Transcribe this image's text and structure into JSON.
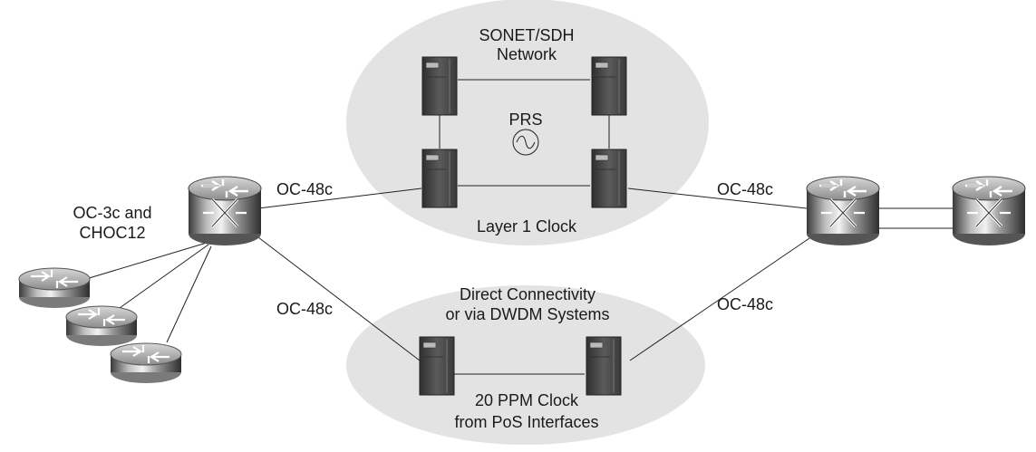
{
  "labels": {
    "sonet_line1": "SONET/SDH",
    "sonet_line2": "Network",
    "prs": "PRS",
    "layer1_clock": "Layer 1 Clock",
    "direct_line1": "Direct Connectivity",
    "direct_line2": "or via DWDM Systems",
    "ppm_line1": "20 PPM Clock",
    "ppm_line2": "from PoS Interfaces",
    "oc3_line1": "OC-3c and",
    "oc3_line2": "CHOC12",
    "left_top_link": "OC-48c",
    "left_bottom_link": "OC-48c",
    "right_top_link": "OC-48c",
    "right_bottom_link": "OC-48c"
  },
  "icons": {
    "network_switch": "switch-node-icon",
    "edge_router": "router-icon",
    "add_drop_multiplexer": "adm-node-icon",
    "clock_source": "sine-wave-icon"
  },
  "colors": {
    "cloud_fill": "#e3e3e3",
    "line": "#222222",
    "metal_dark": "#4a4a4a",
    "metal_light": "#dcdcdc"
  }
}
